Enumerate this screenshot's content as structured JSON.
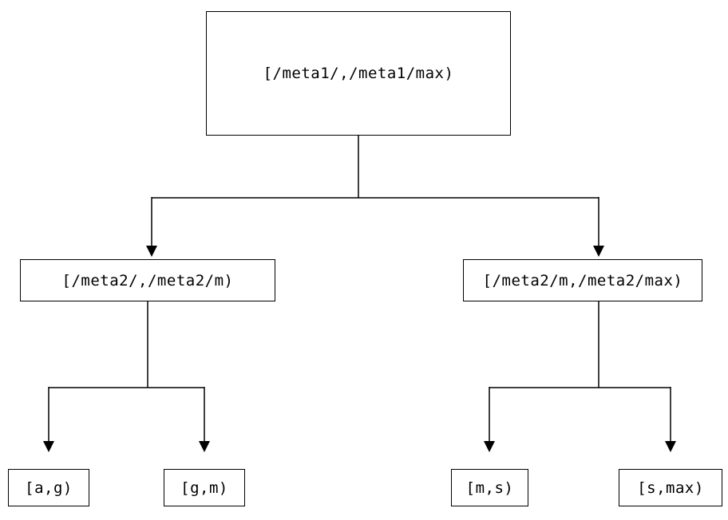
{
  "tree": {
    "root": "[/meta1/,/meta1/max)",
    "children": [
      "[/meta2/,/meta2/m)",
      "[/meta2/m,/meta2/max)"
    ],
    "leaves": [
      "[a,g)",
      "[g,m)",
      "[m,s)",
      "[s,max)"
    ]
  },
  "colors": {
    "line": "#000000",
    "background": "#ffffff",
    "text": "#000000"
  }
}
